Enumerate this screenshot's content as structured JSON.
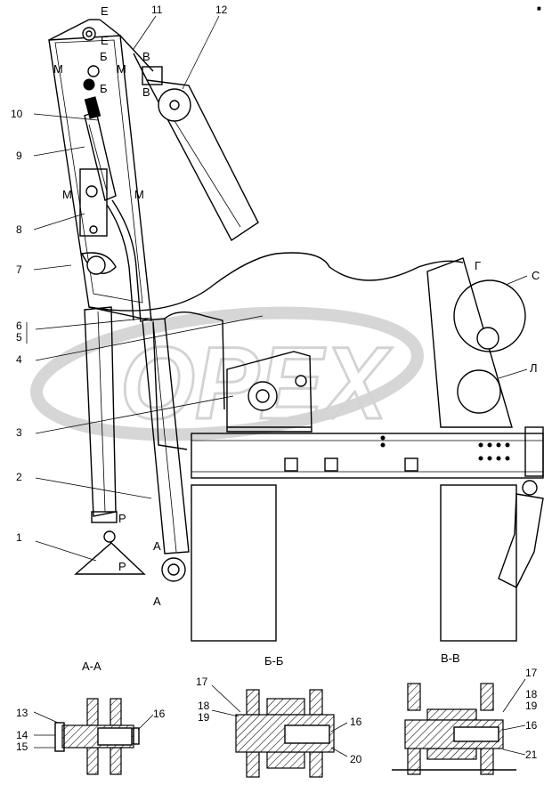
{
  "corner_mark": "■",
  "watermark": "OPEX",
  "callouts": [
    "1",
    "2",
    "3",
    "4",
    "5",
    "6",
    "7",
    "8",
    "9",
    "10",
    "11",
    "12",
    "13",
    "14",
    "15",
    "16",
    "17",
    "18",
    "19",
    "20",
    "21"
  ],
  "view_labels": {
    "c": "С",
    "l": "Л",
    "g": "Г"
  },
  "section_marks": {
    "a": "А",
    "b": "Б",
    "v": "В",
    "e": "Е",
    "m": "М",
    "r": "Р"
  },
  "section_titles": {
    "aa": "А-А",
    "bb": "Б-Б",
    "vv": "В-В"
  }
}
